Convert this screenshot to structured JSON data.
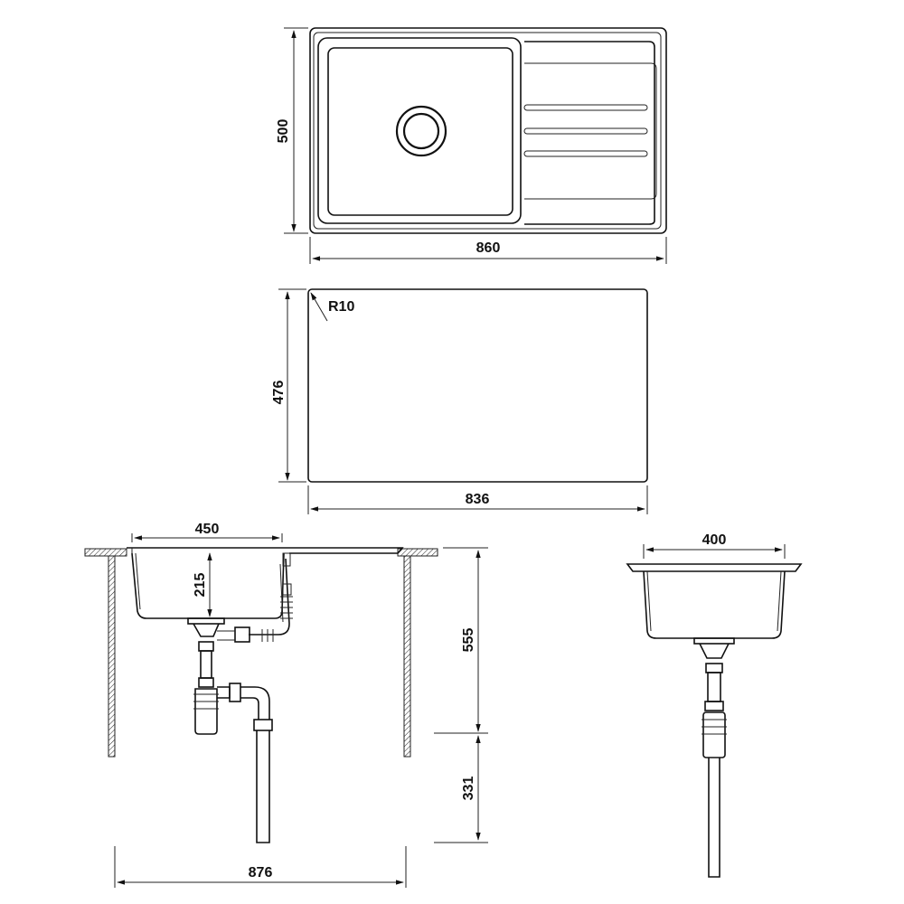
{
  "drawing": {
    "top_view": {
      "width_label": "860",
      "depth_label": "500"
    },
    "cutout_view": {
      "width_label": "836",
      "depth_label": "476",
      "radius_label": "R10"
    },
    "side_view": {
      "bowl_width_label": "450",
      "bowl_depth_label": "215",
      "height_label": "555",
      "drain_height_label": "331",
      "cabinet_width_label": "876"
    },
    "end_view": {
      "bowl_width_label": "400"
    }
  }
}
